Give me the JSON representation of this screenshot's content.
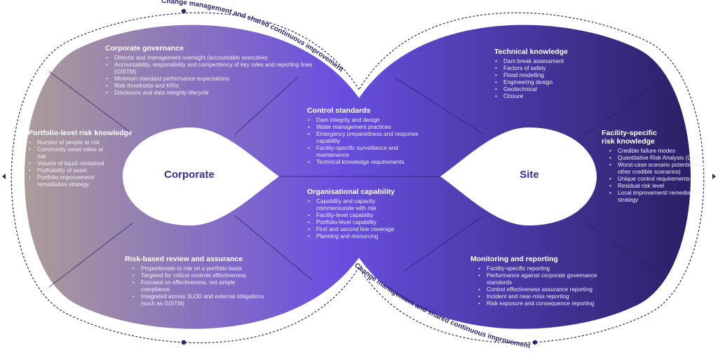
{
  "colors": {
    "left": "#b2a293",
    "middle": "#6a4fe0",
    "right": "#251c5c",
    "outline": "#2c2468",
    "label_text": "#3a2d8c"
  },
  "loop_top_label": "Change management and shared continuous improvement",
  "loop_bottom_label": "Change management and shared continuous improvement",
  "centers": {
    "left": "Corporate",
    "right": "Site"
  },
  "sections": {
    "corporate_governance": {
      "title": "Corporate governance",
      "items": [
        "Director and management oversight (accountable executive)",
        "Accountability, responsibility and compentency of key roles and reporting lines (GISTM)",
        "Minimum standard performance expectations",
        "Risk thresholds and KRIs",
        "Disclosure and data integrity lifecycle"
      ]
    },
    "portfolio_risk": {
      "title": "Portfolio-level risk knowledge",
      "items": [
        "Number of people at risk",
        "Community asset value at risk",
        "Volume of liquid contained",
        "Profitability of asset",
        "Portfolio improvement/ remediation strategy"
      ]
    },
    "risk_review": {
      "title": "Risk-based review and assurance",
      "items": [
        "Proportionate to risk on a portfolio basis",
        "Targeted for critical controls effectiveness",
        "Focused on effectiveness, not simple compliance",
        "Integrated across 3LOD and external obligations (such as GISTM)"
      ]
    },
    "control_standards": {
      "title": "Control standards",
      "items": [
        "Dam integrity and design",
        "Water management practices",
        "Emergency preparedness and response capability",
        "Facility-specific surveillance and maintenance",
        "Technical knowledge requirements"
      ]
    },
    "org_capability": {
      "title": "Organisational capability",
      "items": [
        "Capability and capacity commensurate with risk",
        "Facility-level capability",
        "Portfolio-level capability",
        "First and second line coverage",
        "Planning and resourcing"
      ]
    },
    "technical_knowledge": {
      "title": "Technical knowledge",
      "items": [
        "Dam break assessment",
        "Factors of safety",
        "Flood modelling",
        "Engineering design",
        "Geotechnical",
        "Closure"
      ]
    },
    "facility_risk": {
      "title": "Facility-specific risk knowledge",
      "items": [
        "Credible failure modes",
        "Quantitative Risk Analysis (QRA)",
        "Worst-case scenario potential (and other credible scenarios)",
        "Unique control requirements",
        "Residual risk level",
        "Local improvement/ remediation strategy"
      ]
    },
    "monitoring": {
      "title": "Monitoring and reporting",
      "items": [
        "Facility-specific reporting",
        "Performance against corporate governance standards",
        "Control effectiveness assurance reporting",
        "Incident and near-miss reporting",
        "Risk exposure and consequence reporting"
      ]
    }
  }
}
